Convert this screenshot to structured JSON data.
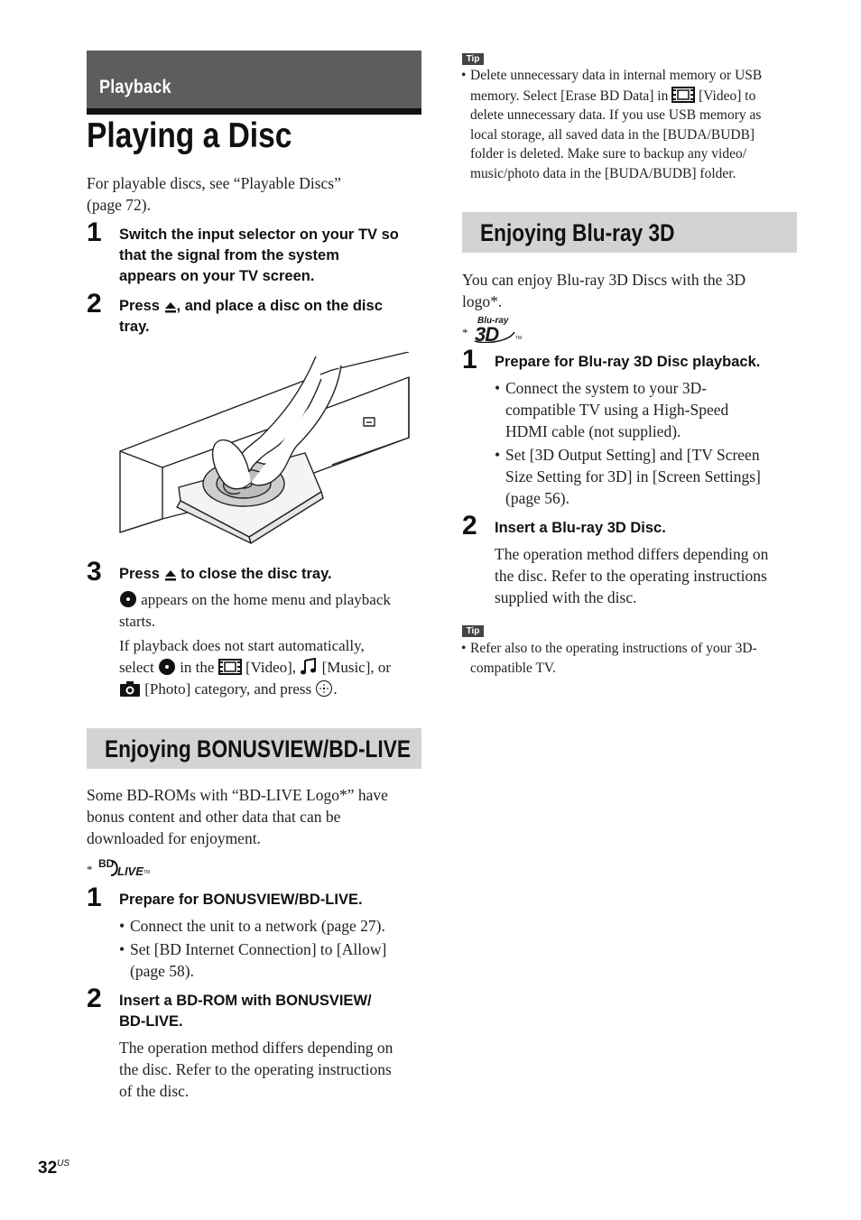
{
  "section_label": "Playback",
  "page_title": "Playing a Disc",
  "intro": [
    "For playable discs, see “Playable Discs”",
    "(page 72)."
  ],
  "steps_playing": [
    {
      "num": "1",
      "lines": [
        "Switch the input selector on your TV so",
        "that the signal from the system",
        "appears on your TV screen."
      ]
    },
    {
      "num": "2",
      "lines_a": "Press ",
      "lines_b": ", and place a disc on the disc",
      "line2": "tray."
    },
    {
      "num": "3",
      "title_a": "Press ",
      "title_b": " to close the disc tray."
    }
  ],
  "step3_desc": {
    "line1_after_icon": " appears on the home menu and playback",
    "line2": "starts.",
    "line3": "If playback does not start automatically,",
    "line4_a": "select ",
    "line4_b": " in the ",
    "line4_c": " [Video], ",
    "line4_d": " [Music], or",
    "line5_a": " [Photo] category, and press ",
    "line5_b": "."
  },
  "bonusview": {
    "heading": "Enjoying BONUSVIEW/BD-LIVE",
    "intro": [
      "Some BD-ROMs with “BD-LIVE Logo*” have",
      "bonus content and other data that can be",
      "downloaded for enjoyment."
    ],
    "logo_star": "*",
    "logo_bd": "BD",
    "logo_live": "LIVE",
    "logo_tm": "TM",
    "step1_num": "1",
    "step1_title": "Prepare for BONUSVIEW/BD-LIVE.",
    "step1_bullets": [
      [
        "Connect the unit to a network (page 27)."
      ],
      [
        "Set [BD Internet Connection] to [Allow]",
        "(page 58)."
      ]
    ],
    "step2_num": "2",
    "step2_title": [
      "Insert a BD-ROM with BONUSVIEW/",
      "BD-LIVE."
    ],
    "step2_desc": [
      "The operation method differs depending on",
      "the disc. Refer to the operating instructions",
      "of the disc."
    ]
  },
  "tip1": {
    "badge": "Tip",
    "line1": "Delete unnecessary data in internal memory or USB",
    "line2_a": "memory. Select [Erase BD Data] in ",
    "line2_b": " [Video] to",
    "lines_rest": [
      "delete unnecessary data. If you use USB memory as",
      "local storage, all saved data in the [BUDA/BUDB]",
      "folder is deleted. Make sure to backup any video/",
      "music/photo data in the [BUDA/BUDB] folder."
    ]
  },
  "bluray3d": {
    "heading": "Enjoying Blu-ray 3D",
    "intro": [
      "You can enjoy Blu-ray 3D Discs with the 3D",
      "logo*."
    ],
    "logo_star": "*",
    "logo_bluray": "Blu-ray",
    "logo_3d": "3D",
    "logo_tm": "TM",
    "step1_num": "1",
    "step1_title": "Prepare for Blu-ray 3D Disc playback.",
    "step1_bullets": [
      [
        "Connect the system to your 3D-",
        "compatible TV using a High-Speed",
        "HDMI cable (not supplied)."
      ],
      [
        "Set [3D Output Setting] and [TV Screen",
        "Size Setting for 3D] in [Screen Settings]",
        "(page 56)."
      ]
    ],
    "step2_num": "2",
    "step2_title": "Insert a Blu-ray 3D Disc.",
    "step2_desc": [
      "The operation method differs depending on",
      "the disc. Refer to the operating instructions",
      "supplied with the disc."
    ]
  },
  "tip2": {
    "badge": "Tip",
    "lines": [
      "Refer also to the operating instructions of your 3D-",
      "compatible TV."
    ]
  },
  "page_number": "32",
  "page_number_suffix": "US"
}
